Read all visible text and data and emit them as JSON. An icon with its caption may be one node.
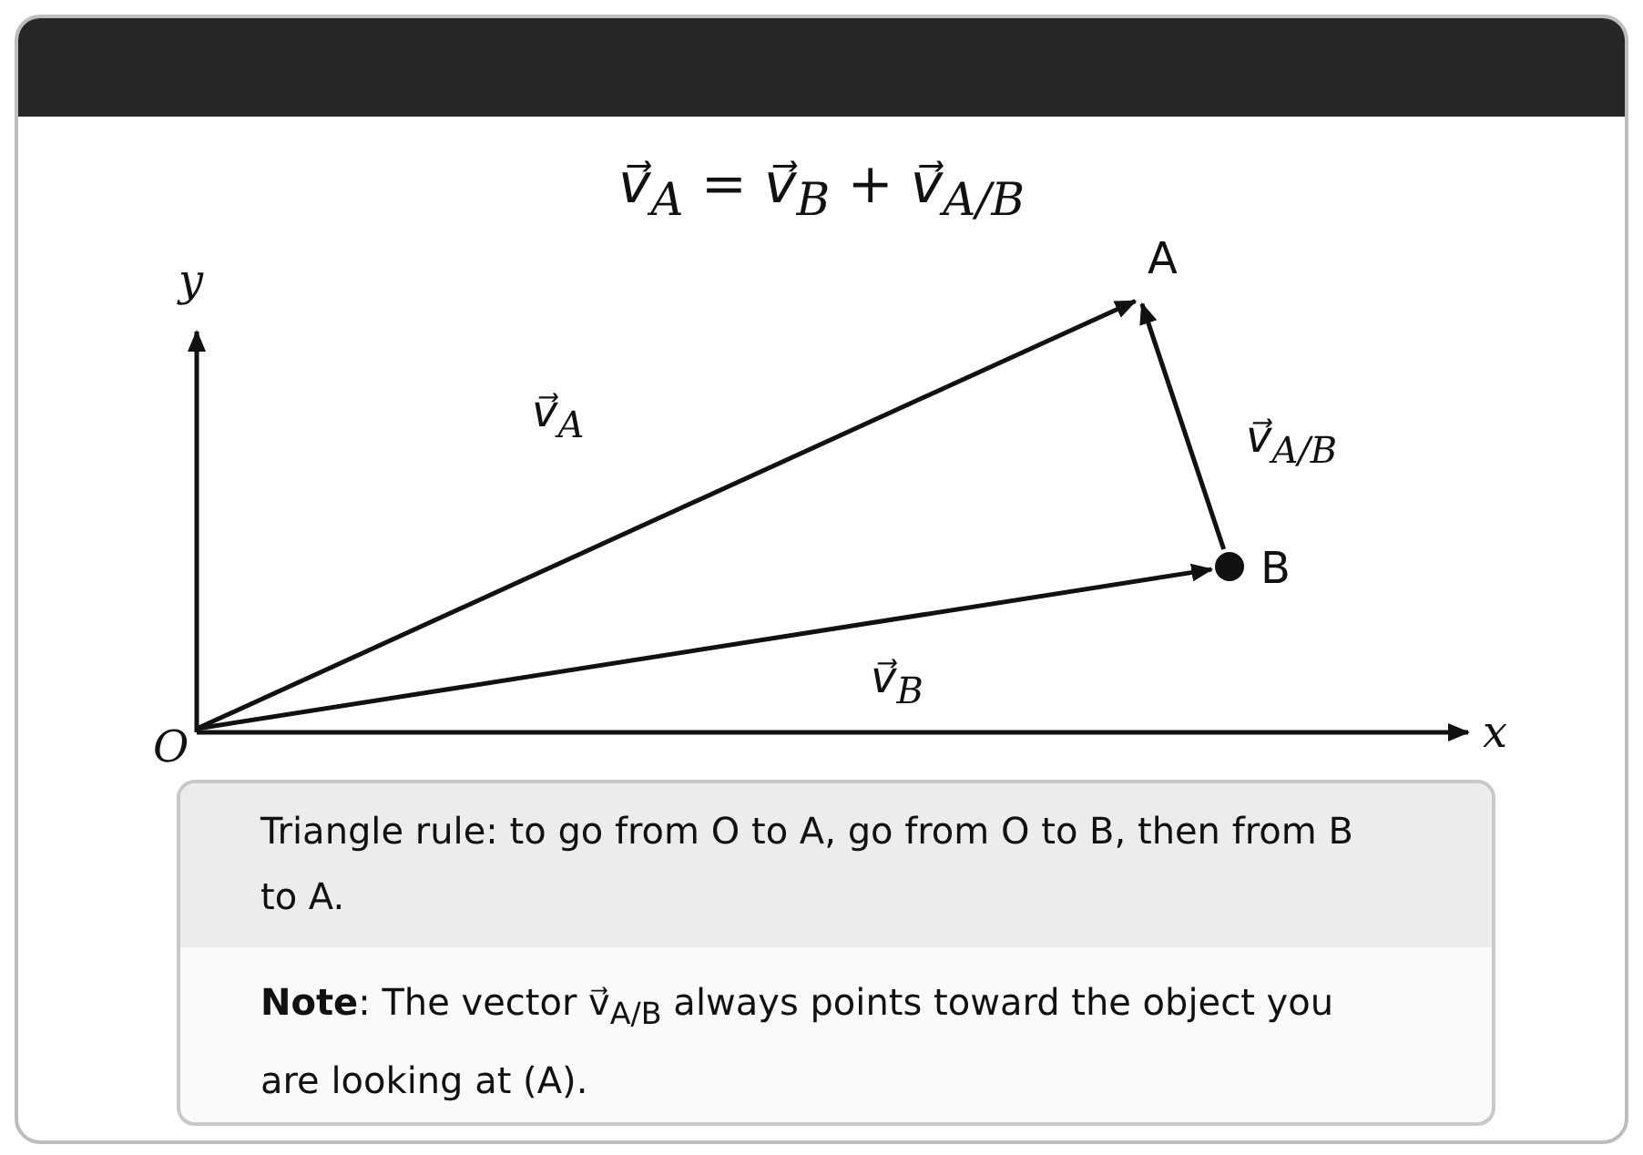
{
  "diagram": {
    "title": "v⃗$_{A}$ = v⃗$_{B}$ + v⃗$_{A/B}$",
    "nodes": [
      {
        "text": [
          "O"
        ]
      },
      {
        "text": [
          "A"
        ]
      },
      {
        "text": [
          "B"
        ]
      },
      {
        "text": [
          "Triangle rule: to go from O to A, go from O to B, then from B to A.",
          "**Note**: The vector v⃗$_{A/B}$ always points toward the object you are looking at (A)."
        ]
      }
    ],
    "edges": [
      {
        "from": 0,
        "to": 1,
        "arrow": "to",
        "label": "v⃗$_{A}$"
      },
      {
        "from": 0,
        "to": 2,
        "arrow": "to",
        "label": "v⃗$_{B}$"
      },
      {
        "from": 2,
        "to": 1,
        "arrow": "to",
        "label": "v⃗$_{A/B}$"
      }
    ],
    "labels": [
      "y",
      "x"
    ]
  }
}
